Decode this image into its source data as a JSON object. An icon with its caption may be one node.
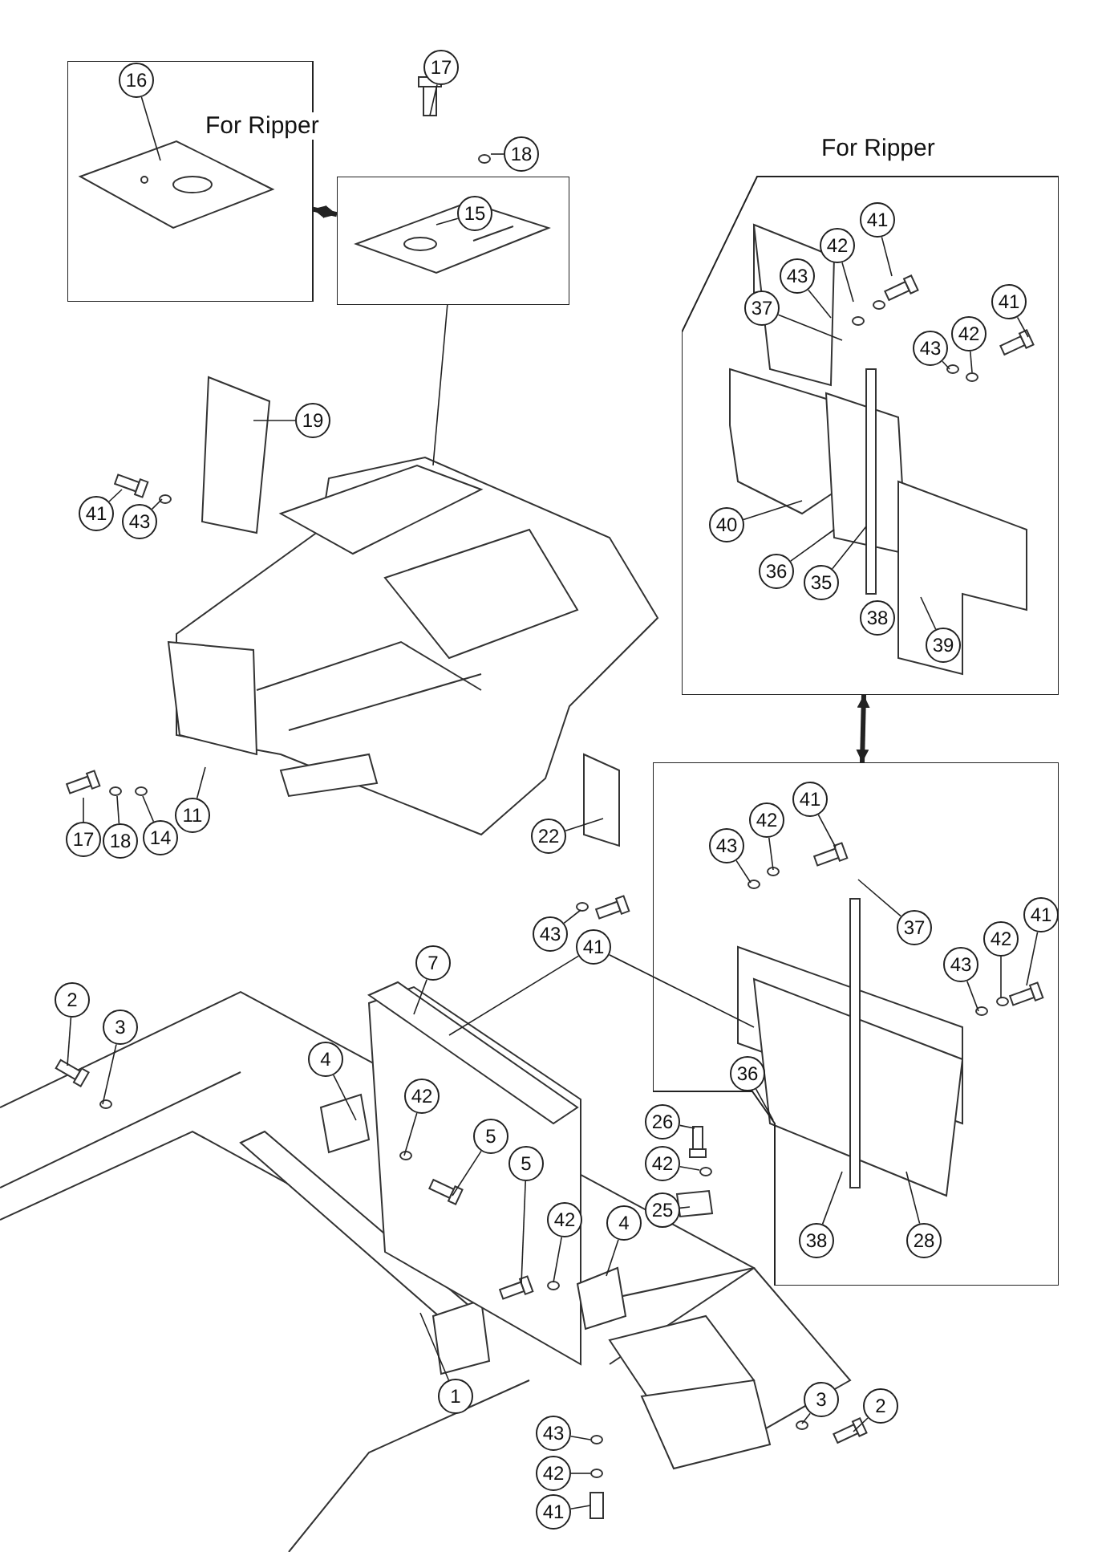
{
  "diagram": {
    "nodes": [
      {
        "text": [
          "For Ripper"
        ]
      },
      {
        "text": [
          "16"
        ],
        "in": 0
      },
      {
        "text": [
          "17"
        ]
      },
      {
        "text": [],
        "shape": "box"
      },
      {
        "text": [
          "18"
        ]
      },
      {
        "text": [
          "15"
        ],
        "in": 3
      },
      {
        "text": [
          "For Ripper"
        ]
      },
      {
        "text": [
          "41"
        ],
        "in": 6
      },
      {
        "text": [
          "42"
        ],
        "in": 6
      },
      {
        "text": [
          "43"
        ],
        "in": 6
      },
      {
        "text": [
          "41"
        ],
        "in": 6
      },
      {
        "text": [
          "37"
        ],
        "in": 6
      },
      {
        "text": [
          "42"
        ],
        "in": 6
      },
      {
        "text": [
          "43"
        ],
        "in": 6
      },
      {
        "text": [
          "19"
        ]
      },
      {
        "text": [
          "41"
        ]
      },
      {
        "text": [
          "43"
        ]
      },
      {
        "text": [
          "40"
        ],
        "in": 6
      },
      {
        "text": [
          "36"
        ],
        "in": 6
      },
      {
        "text": [
          "35"
        ],
        "in": 6
      },
      {
        "text": [
          "38"
        ],
        "in": 6
      },
      {
        "text": [
          "39"
        ],
        "in": 6
      },
      {
        "text": [],
        "shape": "box"
      },
      {
        "text": [
          "41"
        ],
        "in": 22
      },
      {
        "text": [
          "42"
        ],
        "in": 22
      },
      {
        "text": [
          "11"
        ]
      },
      {
        "text": [
          "17"
        ]
      },
      {
        "text": [
          "18"
        ]
      },
      {
        "text": [
          "14"
        ]
      },
      {
        "text": [
          "22"
        ]
      },
      {
        "text": [
          "43"
        ],
        "in": 22
      },
      {
        "text": [
          "41"
        ],
        "in": 22
      },
      {
        "text": [
          "37"
        ],
        "in": 22
      },
      {
        "text": [
          "43"
        ]
      },
      {
        "text": [
          "41"
        ]
      },
      {
        "text": [
          "42"
        ],
        "in": 22
      },
      {
        "text": [
          "7"
        ]
      },
      {
        "text": [
          "43"
        ],
        "in": 22
      },
      {
        "text": [
          "2"
        ]
      },
      {
        "text": [
          "3"
        ]
      },
      {
        "text": [
          "4"
        ]
      },
      {
        "text": [
          "36"
        ],
        "in": 22
      },
      {
        "text": [
          "42"
        ]
      },
      {
        "text": [
          "26"
        ]
      },
      {
        "text": [
          "5"
        ]
      },
      {
        "text": [
          "5"
        ]
      },
      {
        "text": [
          "42"
        ]
      },
      {
        "text": [
          "25"
        ]
      },
      {
        "text": [
          "42"
        ]
      },
      {
        "text": [
          "4"
        ]
      },
      {
        "text": [
          "38"
        ],
        "in": 22
      },
      {
        "text": [
          "28"
        ],
        "in": 22
      },
      {
        "text": [
          "1"
        ]
      },
      {
        "text": [
          "3"
        ]
      },
      {
        "text": [
          "2"
        ]
      },
      {
        "text": [
          "43"
        ]
      },
      {
        "text": [
          "42"
        ]
      },
      {
        "text": [
          "41"
        ]
      }
    ],
    "edges": [
      {
        "from": 0,
        "to": 3,
        "arrow": "both",
        "style": "thick"
      },
      {
        "from": 3,
        "to": null,
        "arrow": "none"
      },
      {
        "from": 1,
        "to": null,
        "arrow": "none"
      },
      {
        "from": 2,
        "to": null,
        "arrow": "none"
      },
      {
        "from": 4,
        "to": null,
        "arrow": "none"
      },
      {
        "from": 5,
        "to": null,
        "arrow": "none"
      },
      {
        "from": 7,
        "to": null,
        "arrow": "none"
      },
      {
        "from": 8,
        "to": null,
        "arrow": "none"
      },
      {
        "from": 9,
        "to": null,
        "arrow": "none"
      },
      {
        "from": 10,
        "to": null,
        "arrow": "none"
      },
      {
        "from": 11,
        "to": null,
        "arrow": "none"
      },
      {
        "from": 12,
        "to": null,
        "arrow": "none"
      },
      {
        "from": 13,
        "to": null,
        "arrow": "none"
      },
      {
        "from": 14,
        "to": null,
        "arrow": "none"
      },
      {
        "from": 15,
        "to": null,
        "arrow": "none"
      },
      {
        "from": 16,
        "to": null,
        "arrow": "none"
      },
      {
        "from": 17,
        "to": null,
        "arrow": "none"
      },
      {
        "from": 18,
        "to": null,
        "arrow": "none"
      },
      {
        "from": 19,
        "to": null,
        "arrow": "none"
      },
      {
        "from": 20,
        "to": null,
        "arrow": "none"
      },
      {
        "from": 21,
        "to": null,
        "arrow": "none"
      },
      {
        "from": 6,
        "to": 22,
        "arrow": "both",
        "style": "thick"
      },
      {
        "from": 23,
        "to": null,
        "arrow": "none"
      },
      {
        "from": 24,
        "to": null,
        "arrow": "none"
      },
      {
        "from": 25,
        "to": null,
        "arrow": "none"
      },
      {
        "from": 26,
        "to": null,
        "arrow": "none"
      },
      {
        "from": 27,
        "to": null,
        "arrow": "none"
      },
      {
        "from": 28,
        "to": null,
        "arrow": "none"
      },
      {
        "from": 29,
        "to": null,
        "arrow": "none"
      },
      {
        "from": 30,
        "to": null,
        "arrow": "none"
      },
      {
        "from": 31,
        "to": null,
        "arrow": "none"
      },
      {
        "from": 32,
        "to": null,
        "arrow": "none"
      },
      {
        "from": 33,
        "to": null,
        "arrow": "none"
      },
      {
        "from": 34,
        "to": null,
        "arrow": "none"
      },
      {
        "from": 34,
        "to": null,
        "arrow": "none"
      },
      {
        "from": 35,
        "to": null,
        "arrow": "none"
      },
      {
        "from": 36,
        "to": null,
        "arrow": "none"
      },
      {
        "from": 37,
        "to": null,
        "arrow": "none"
      },
      {
        "from": 38,
        "to": null,
        "arrow": "none"
      },
      {
        "from": 39,
        "to": null,
        "arrow": "none"
      },
      {
        "from": 40,
        "to": null,
        "arrow": "none"
      },
      {
        "from": 41,
        "to": null,
        "arrow": "none"
      },
      {
        "from": 42,
        "to": null,
        "arrow": "none"
      },
      {
        "from": 43,
        "to": null,
        "arrow": "none"
      },
      {
        "from": 44,
        "to": null,
        "arrow": "none"
      },
      {
        "from": 45,
        "to": null,
        "arrow": "none"
      },
      {
        "from": 46,
        "to": null,
        "arrow": "none"
      },
      {
        "from": 47,
        "to": null,
        "arrow": "none"
      },
      {
        "from": 48,
        "to": null,
        "arrow": "none"
      },
      {
        "from": 49,
        "to": null,
        "arrow": "none"
      },
      {
        "from": 50,
        "to": null,
        "arrow": "none"
      },
      {
        "from": 51,
        "to": null,
        "arrow": "none"
      },
      {
        "from": 52,
        "to": null,
        "arrow": "none"
      },
      {
        "from": 53,
        "to": null,
        "arrow": "none"
      },
      {
        "from": 54,
        "to": null,
        "arrow": "none"
      },
      {
        "from": 55,
        "to": null,
        "arrow": "none"
      },
      {
        "from": 56,
        "to": null,
        "arrow": "none"
      },
      {
        "from": 57,
        "to": null,
        "arrow": "none"
      }
    ]
  }
}
